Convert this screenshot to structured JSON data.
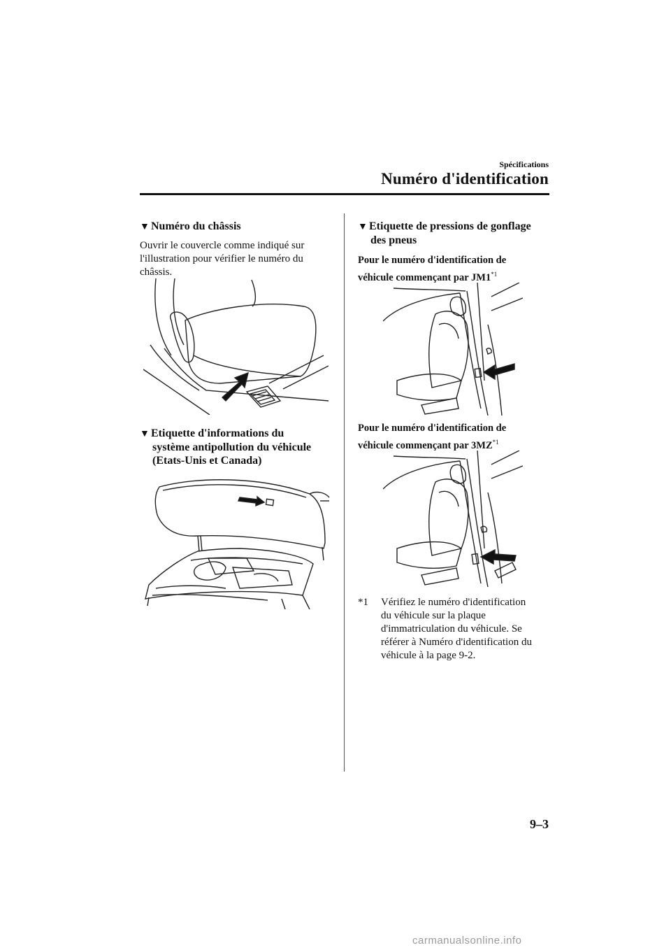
{
  "header": {
    "section": "Spécifications",
    "title": "Numéro d'identification"
  },
  "left": {
    "chassis": {
      "heading": "Numéro du châssis",
      "body_lines": [
        "Ouvrir le couvercle comme indiqué sur",
        "l'illustration pour vérifier le numéro du",
        "châssis."
      ]
    },
    "emission": {
      "heading_lines": [
        "Etiquette d'informations du",
        "système antipollution du véhicule",
        "(Etats-Unis et Canada)"
      ]
    }
  },
  "right": {
    "tire": {
      "heading_lines": [
        "Etiquette de pressions de gonflage",
        "des pneus"
      ],
      "jm1": {
        "line1": "Pour le numéro d'identification de",
        "line2": "véhicule commençant par JM1",
        "ref": "*1"
      },
      "mz3": {
        "line1": "Pour le numéro d'identification de",
        "line2": "véhicule commençant par 3MZ",
        "ref": "*1"
      }
    },
    "footnote": {
      "marker": "*1",
      "lines": [
        "Vérifiez le numéro d'identification",
        "du véhicule sur la plaque",
        "d'immatriculation du véhicule. Se",
        "référer à Numéro d'identification du",
        "véhicule à la page 9-2."
      ]
    }
  },
  "page_number": "9–3",
  "site_credit": "carmanualsonline.info",
  "icons": {
    "heading_marker": "down-triangle-icon"
  }
}
